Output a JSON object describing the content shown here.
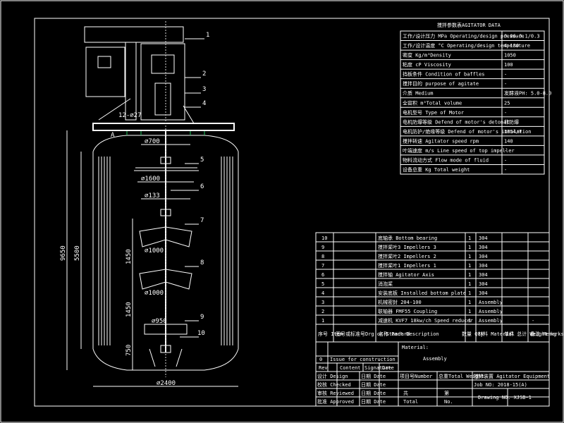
{
  "agitator_table": {
    "title": "搅拌参数表AGITATOR DATA",
    "rows": [
      {
        "label": "工作/设计压力 MPa Operating/design pressure",
        "value": "0.06-0.1/0.3"
      },
      {
        "label": "工作/设计温度 °C Operating/design temperature",
        "value": "4-130"
      },
      {
        "label": "密度 Kg/m³Density",
        "value": "1050"
      },
      {
        "label": "粘度 cP Viscosity",
        "value": "100"
      },
      {
        "label": "挡板条件 Condition of baffles",
        "value": "-"
      },
      {
        "label": "搅拌目的 purpose of agitate",
        "value": "-"
      },
      {
        "label": "介质 Medium",
        "value": "发酵液PH: 5.0-8.0"
      },
      {
        "label": "全容积 m³Total volume",
        "value": "25"
      },
      {
        "label": "电机型号 Type of Motor",
        "value": "-"
      },
      {
        "label": "电机防爆等级 Defend of motor's detonat",
        "value": "非防爆"
      },
      {
        "label": "电机防护/绝缘等级 Defend of motor's insulation",
        "value": "IP54/F"
      },
      {
        "label": "搅拌转速 Agitator speed rpm",
        "value": "140"
      },
      {
        "label": "叶端速度 m/s Line speed of top impeller",
        "value": "-"
      },
      {
        "label": "物料流动方式 Flow mode of fluid",
        "value": "-"
      },
      {
        "label": "设备总重 Kg Total weight",
        "value": "-"
      }
    ]
  },
  "parts_list": {
    "rows": [
      {
        "no": "10",
        "desc": "底轴承 Bottom bearing",
        "qty": "1",
        "mat": "304",
        "rem": ""
      },
      {
        "no": "9",
        "desc": "搅拌桨叶3 Impellers 3",
        "qty": "1",
        "mat": "304",
        "rem": ""
      },
      {
        "no": "8",
        "desc": "搅拌桨叶2 Impellers 2",
        "qty": "1",
        "mat": "304",
        "rem": ""
      },
      {
        "no": "7",
        "desc": "搅拌桨叶1 Impellers 1",
        "qty": "1",
        "mat": "304",
        "rem": ""
      },
      {
        "no": "6",
        "desc": "搅拌轴 Agitator Axis",
        "qty": "1",
        "mat": "304",
        "rem": ""
      },
      {
        "no": "5",
        "desc": "消泡桨",
        "qty": "1",
        "mat": "304",
        "rem": ""
      },
      {
        "no": "4",
        "desc": "安装底板 Installed bottom plate",
        "qty": "1",
        "mat": "304",
        "rem": ""
      },
      {
        "no": "3",
        "desc": "机械密封 204-100",
        "qty": "1",
        "mat": "Assembly",
        "rem": ""
      },
      {
        "no": "2",
        "desc": "联轴器 FMF55 Coupling",
        "qty": "1",
        "mat": "Assembly",
        "rem": ""
      },
      {
        "no": "1",
        "desc": "减速机 KVF7 18kw/ch  Speed reducer",
        "qty": "1",
        "mat": "Assembly",
        "rem": "-"
      }
    ],
    "header": {
      "no": "序号 Item",
      "drawing": "图号或标准号Drg or Standard",
      "desc": "名称 Part Description",
      "qty": "数量 Qty",
      "mat": "材料 Material",
      "weight": "单件 总计 Weight kg",
      "rem": "备注 Remarks"
    }
  },
  "title_block": {
    "rev0": "0",
    "rev0_note": "Issue for construction",
    "col_rev": "Rev",
    "col_content": "Content",
    "col_signature": "Signature",
    "col_date": "Date",
    "material": "Material:",
    "assembly": "Assembly",
    "design": "设计 Design",
    "checked": "校核 Checked",
    "reviewed": "审核 Reviewed",
    "approved": "批准 Approved",
    "date": "日期 Date",
    "project_no": "项目号Number",
    "weight": "总重Total Weight",
    "proj_name": "搅拌装置 Agitator Equipment",
    "job_no": "Job NO: 2018-15(A)",
    "share": "共",
    "page": "第",
    "total": "Total",
    "no_label": "No.",
    "drawing_no": "Drawing NO: XJSB-1"
  },
  "drawing": {
    "callouts": [
      "1",
      "2",
      "3",
      "4",
      "5",
      "6",
      "7",
      "8",
      "9",
      "10"
    ],
    "dims": {
      "h_total": "9650",
      "h_shell": "5500",
      "h_1450a": "1450",
      "h_1450b": "1450",
      "h_750": "750",
      "d_700": "⌀700",
      "d_1600": "⌀1600",
      "d_133": "⌀133",
      "d_1000a": "⌀1000",
      "d_1000b": "⌀1000",
      "d_950": "⌀950",
      "d_2400": "⌀2400",
      "ref_a": "A",
      "slope": "12-⌀27"
    }
  }
}
